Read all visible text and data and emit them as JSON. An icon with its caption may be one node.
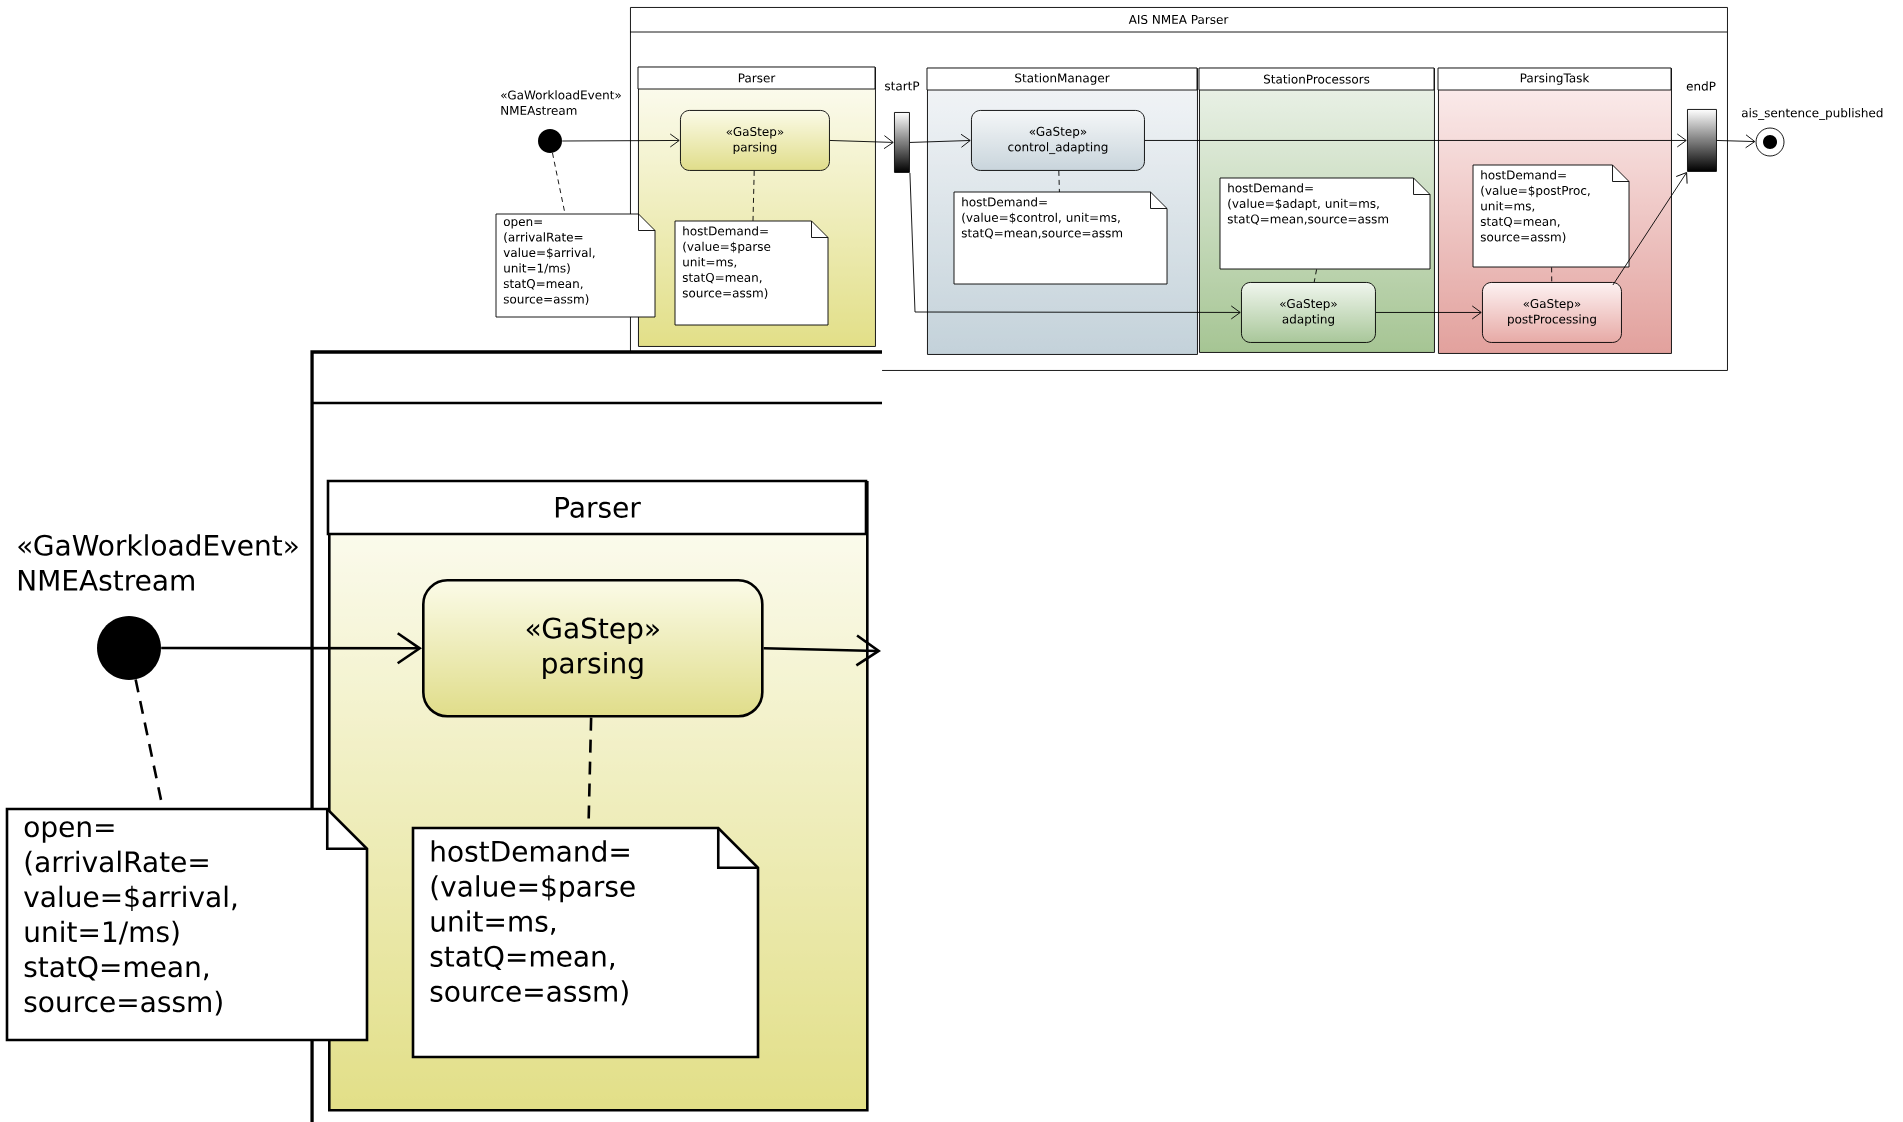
{
  "diagram": {
    "nodes": [
      {
        "text": [
          "AIS NMEA Parser"
        ]
      },
      {
        "text": [
          "Parser"
        ],
        "in": 0
      },
      {
        "text": [
          "StationManager"
        ],
        "in": 0
      },
      {
        "text": [
          "StationProcessors"
        ],
        "in": 0
      },
      {
        "text": [
          "ParsingTask"
        ],
        "in": 0
      },
      {
        "text": [],
        "shape": "circle",
        "beside": [
          "«GaWorkloadEvent» NMEAstream"
        ]
      },
      {
        "text": [
          "open= (arrivalRate= value=$arrival, unit=1/ms) statQ=mean, source=assm)"
        ]
      },
      {
        "text": [
          "«GaStep»",
          "parsing"
        ],
        "in": 1
      },
      {
        "text": [
          "hostDemand= (value=$parse unit=ms, statQ=mean, source=assm)"
        ],
        "in": 1
      },
      {
        "text": [],
        "shape": "bar",
        "beside": [
          "startP"
        ],
        "in": 0
      },
      {
        "text": [
          "«GaStep»",
          "control_adapting"
        ],
        "in": 2
      },
      {
        "text": [
          "hostDemand= (value=$control, unit=ms, statQ=mean,source=assm"
        ],
        "in": 2
      },
      {
        "text": [
          "hostDemand= (value=$adapt, unit=ms, statQ=mean,source=assm"
        ],
        "in": 3
      },
      {
        "text": [
          "«GaStep»",
          "adapting"
        ],
        "in": 3
      },
      {
        "text": [
          "hostDemand= (value=$postProc, unit=ms, statQ=mean, source=assm)"
        ],
        "in": 4
      },
      {
        "text": [
          "«GaStep»",
          "postProcessing"
        ],
        "in": 4
      },
      {
        "text": [],
        "shape": "bar",
        "beside": [
          "endP"
        ],
        "in": 0
      },
      {
        "text": [],
        "shape": "circle",
        "beside": [
          "ais_sentence_published"
        ]
      },
      {
        "text": [],
        "shape": "box"
      },
      {
        "text": [
          "Parser"
        ],
        "in": 18
      },
      {
        "text": [],
        "shape": "circle",
        "beside": [
          "«GaWorkloadEvent» NMEAstream"
        ]
      },
      {
        "text": [
          "«GaStep»",
          "parsing"
        ],
        "in": 19
      },
      {
        "text": [
          "open= (arrivalRate= value=$arrival, unit=1/ms) statQ=mean, source=assm)"
        ]
      },
      {
        "text": [
          "hostDemand= (value=$parse unit=ms, statQ=mean, source=assm)"
        ],
        "in": 19
      }
    ],
    "edges": [
      {
        "from": 5,
        "to": 7,
        "arrow": "to"
      },
      {
        "from": 7,
        "to": 9,
        "arrow": "to"
      },
      {
        "from": 9,
        "to": 10,
        "arrow": "to"
      },
      {
        "from": 9,
        "to": 13,
        "arrow": "to"
      },
      {
        "from": 10,
        "to": 16,
        "arrow": "to"
      },
      {
        "from": 13,
        "to": 15,
        "arrow": "to"
      },
      {
        "from": 15,
        "to": 16,
        "arrow": "to"
      },
      {
        "from": 16,
        "to": 17,
        "arrow": "to"
      },
      {
        "from": 5,
        "to": 6,
        "arrow": "none",
        "style": "dashed"
      },
      {
        "from": 7,
        "to": 8,
        "arrow": "none",
        "style": "dashed"
      },
      {
        "from": 10,
        "to": 11,
        "arrow": "none",
        "style": "dashed"
      },
      {
        "from": 12,
        "to": 13,
        "arrow": "none",
        "style": "dashed"
      },
      {
        "from": 14,
        "to": 15,
        "arrow": "none",
        "style": "dashed"
      },
      {
        "from": 20,
        "to": 21,
        "arrow": "to"
      },
      {
        "from": 21,
        "to": null,
        "arrow": "to"
      },
      {
        "from": 20,
        "to": 22,
        "arrow": "none",
        "style": "dashed"
      },
      {
        "from": 21,
        "to": 23,
        "arrow": "none",
        "style": "dashed"
      }
    ]
  }
}
